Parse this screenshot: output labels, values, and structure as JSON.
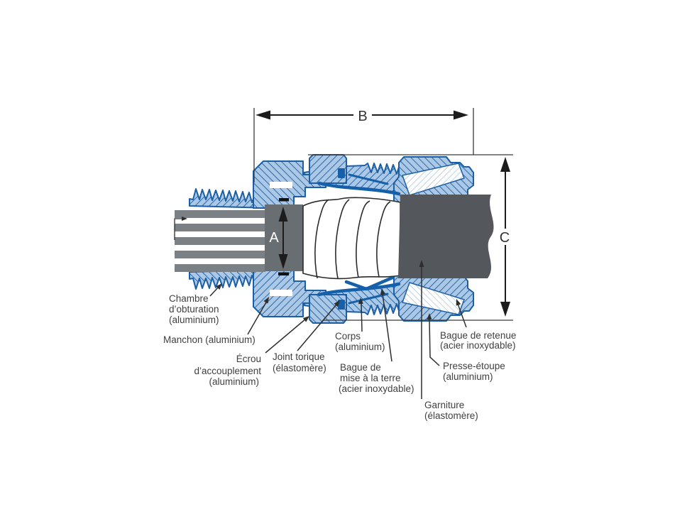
{
  "dimensions": {
    "a": "A",
    "b": "B",
    "c": "C"
  },
  "labels": {
    "chambre_obturation": [
      "Chambre",
      "d’obturation",
      "(aluminium)"
    ],
    "manchon": [
      "Manchon (aluminium)"
    ],
    "ecrou_accouplement": [
      "Écrou",
      "d’accouplement",
      "(aluminium)"
    ],
    "joint_torique": [
      "Joint torique",
      "(élastomère)"
    ],
    "corps": [
      "Corps",
      "(aluminium)"
    ],
    "bague_mise_terre": [
      "Bague de",
      "mise à la terre",
      "(acier inoxydable)"
    ],
    "bague_retenue": [
      "Bague de retenue",
      "(acier inoxydable)"
    ],
    "presse_etoupe": [
      "Presse-étoupe",
      "(aluminium)"
    ],
    "garniture": [
      "Garniture",
      "(élastomère)"
    ]
  },
  "colors": {
    "part_fill": "#abc8e6",
    "part_outline": "#1c5fa5",
    "seal_accent": "#1560a8",
    "steel_hatch": "#7fa8d0",
    "conductor_gray": "#7b8084",
    "block_gray": "#696e72",
    "cable_jacket": "#54585c",
    "label_text": "#3f3f3f",
    "dimension_ink": "#1c1c1c",
    "background": "#ffffff"
  }
}
